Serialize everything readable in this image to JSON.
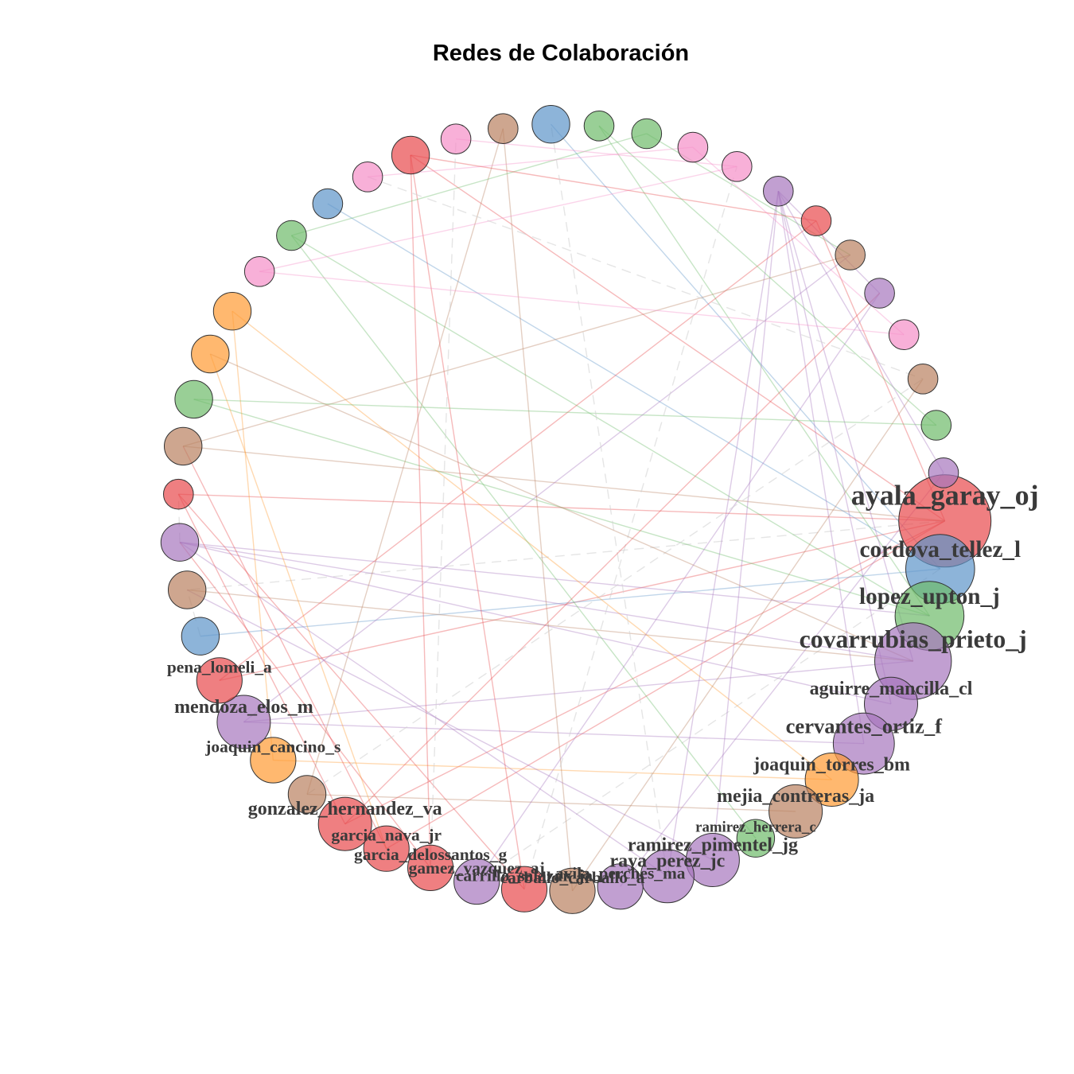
{
  "title": "Redes de Colaboración",
  "palette": {
    "red": "#e8494b",
    "purple": "#a676bd",
    "brown": "#b98060",
    "blue": "#5c94c9",
    "green": "#6dbb6a",
    "orange": "#ff9a32",
    "pink": "#f58fc8",
    "grey": "#cfcfcf"
  },
  "nodes": [
    {
      "id": "ayala_garay_oj",
      "label": "ayala_garay_oj",
      "color": "red",
      "degree": 10
    },
    {
      "id": "cordova_tellez_l",
      "label": "cordova_tellez_l",
      "color": "blue",
      "degree": 7
    },
    {
      "id": "lopez_upton_j",
      "label": "lopez_upton_j",
      "color": "green",
      "degree": 7
    },
    {
      "id": "covarrubias_prieto_j",
      "label": "covarrubias_prieto_j",
      "color": "purple",
      "degree": 8
    },
    {
      "id": "aguirre_mancilla_cl",
      "label": "aguirre_mancilla_cl",
      "color": "purple",
      "degree": 5
    },
    {
      "id": "cervantes_ortiz_f",
      "label": "cervantes_ortiz_f",
      "color": "purple",
      "degree": 6
    },
    {
      "id": "joaquin_torres_bm",
      "label": "joaquin_torres_bm",
      "color": "orange",
      "degree": 5
    },
    {
      "id": "mejia_contreras_ja",
      "label": "mejia_contreras_ja",
      "color": "brown",
      "degree": 5
    },
    {
      "id": "ramirez_herrera_c",
      "label": "ramirez_herrera_c",
      "color": "green",
      "degree": 3
    },
    {
      "id": "ramirez_pimentel_jg",
      "label": "ramirez_pimentel_jg",
      "color": "purple",
      "degree": 5
    },
    {
      "id": "raya_perez_jc",
      "label": "raya_perez_jc",
      "color": "purple",
      "degree": 5
    },
    {
      "id": "avila_perches_ma",
      "label": "avila_perches_ma",
      "color": "purple",
      "degree": 4
    },
    {
      "id": "carballo_carballo_a",
      "label": "carballo_carballo_a",
      "color": "brown",
      "degree": 4
    },
    {
      "id": "carrillo_salazar_ja",
      "label": "carrillo_salazar_ja",
      "color": "red",
      "degree": 4
    },
    {
      "id": "gamez_vazquez_aj",
      "label": "gamez_vazquez_aj",
      "color": "purple",
      "degree": 4
    },
    {
      "id": "garcia_delossantos_g",
      "label": "garcia_delossantos_g",
      "color": "red",
      "degree": 4
    },
    {
      "id": "garcia_nava_jr",
      "label": "garcia_nava_jr",
      "color": "red",
      "degree": 4
    },
    {
      "id": "gonzalez_hernandez_va",
      "label": "gonzalez_hernandez_va",
      "color": "red",
      "degree": 5
    },
    {
      "id": "n18",
      "label": "",
      "color": "brown",
      "degree": 3
    },
    {
      "id": "joaquin_cancino_s",
      "label": "joaquin_cancino_s",
      "color": "orange",
      "degree": 4
    },
    {
      "id": "mendoza_elos_m",
      "label": "mendoza_elos_m",
      "color": "purple",
      "degree": 5
    },
    {
      "id": "pena_lomeli_a",
      "label": "pena_lomeli_a",
      "color": "red",
      "degree": 4
    },
    {
      "id": "n22",
      "label": "",
      "color": "blue",
      "degree": 3
    },
    {
      "id": "n23",
      "label": "",
      "color": "brown",
      "degree": 3
    },
    {
      "id": "n24",
      "label": "",
      "color": "purple",
      "degree": 3
    },
    {
      "id": "n25",
      "label": "",
      "color": "red",
      "degree": 2
    },
    {
      "id": "n26",
      "label": "",
      "color": "brown",
      "degree": 3
    },
    {
      "id": "n27",
      "label": "",
      "color": "green",
      "degree": 3
    },
    {
      "id": "n28",
      "label": "",
      "color": "orange",
      "degree": 3
    },
    {
      "id": "n29",
      "label": "",
      "color": "orange",
      "degree": 3
    },
    {
      "id": "n30",
      "label": "",
      "color": "pink",
      "degree": 2
    },
    {
      "id": "n31",
      "label": "",
      "color": "green",
      "degree": 2
    },
    {
      "id": "n32",
      "label": "",
      "color": "blue",
      "degree": 2
    },
    {
      "id": "n33",
      "label": "",
      "color": "pink",
      "degree": 2
    },
    {
      "id": "n34",
      "label": "",
      "color": "red",
      "degree": 3
    },
    {
      "id": "n35",
      "label": "",
      "color": "pink",
      "degree": 2
    },
    {
      "id": "n36",
      "label": "",
      "color": "brown",
      "degree": 2
    },
    {
      "id": "n37",
      "label": "",
      "color": "blue",
      "degree": 3
    },
    {
      "id": "n38",
      "label": "",
      "color": "green",
      "degree": 2
    },
    {
      "id": "n39",
      "label": "",
      "color": "green",
      "degree": 2
    },
    {
      "id": "n40",
      "label": "",
      "color": "pink",
      "degree": 2
    },
    {
      "id": "n41",
      "label": "",
      "color": "pink",
      "degree": 2
    },
    {
      "id": "n42",
      "label": "",
      "color": "purple",
      "degree": 2
    },
    {
      "id": "n43",
      "label": "",
      "color": "red",
      "degree": 2
    },
    {
      "id": "n44",
      "label": "",
      "color": "brown",
      "degree": 2
    },
    {
      "id": "n45",
      "label": "",
      "color": "purple",
      "degree": 2
    },
    {
      "id": "n46",
      "label": "",
      "color": "pink",
      "degree": 2
    },
    {
      "id": "n47",
      "label": "",
      "color": "brown",
      "degree": 2
    },
    {
      "id": "n48",
      "label": "",
      "color": "green",
      "degree": 2
    },
    {
      "id": "n49",
      "label": "",
      "color": "purple",
      "degree": 2
    }
  ],
  "edges": [
    {
      "source": "ayala_garay_oj",
      "target": "pena_lomeli_a",
      "color": "red"
    },
    {
      "source": "ayala_garay_oj",
      "target": "n34",
      "color": "red"
    },
    {
      "source": "ayala_garay_oj",
      "target": "gonzalez_hernandez_va",
      "color": "red"
    },
    {
      "source": "ayala_garay_oj",
      "target": "n25",
      "color": "red"
    },
    {
      "source": "ayala_garay_oj",
      "target": "garcia_nava_jr",
      "color": "red"
    },
    {
      "source": "ayala_garay_oj",
      "target": "n43",
      "color": "red"
    },
    {
      "source": "ayala_garay_oj",
      "target": "n26",
      "color": "brown"
    },
    {
      "source": "ayala_garay_oj",
      "target": "n23",
      "color": "grey"
    },
    {
      "source": "cordova_tellez_l",
      "target": "n22",
      "color": "blue"
    },
    {
      "source": "cordova_tellez_l",
      "target": "n37",
      "color": "blue"
    },
    {
      "source": "cordova_tellez_l",
      "target": "n32",
      "color": "blue"
    },
    {
      "source": "cordova_tellez_l",
      "target": "gamez_vazquez_aj",
      "color": "grey"
    },
    {
      "source": "lopez_upton_j",
      "target": "n27",
      "color": "green"
    },
    {
      "source": "lopez_upton_j",
      "target": "n38",
      "color": "green"
    },
    {
      "source": "lopez_upton_j",
      "target": "n31",
      "color": "green"
    },
    {
      "source": "lopez_upton_j",
      "target": "n24",
      "color": "purple"
    },
    {
      "source": "covarrubias_prieto_j",
      "target": "n24",
      "color": "purple"
    },
    {
      "source": "covarrubias_prieto_j",
      "target": "mendoza_elos_m",
      "color": "purple"
    },
    {
      "source": "covarrubias_prieto_j",
      "target": "n42",
      "color": "purple"
    },
    {
      "source": "covarrubias_prieto_j",
      "target": "n23",
      "color": "brown"
    },
    {
      "source": "aguirre_mancilla_cl",
      "target": "n42",
      "color": "purple"
    },
    {
      "source": "aguirre_mancilla_cl",
      "target": "n24",
      "color": "purple"
    },
    {
      "source": "cervantes_ortiz_f",
      "target": "mendoza_elos_m",
      "color": "purple"
    },
    {
      "source": "cervantes_ortiz_f",
      "target": "n42",
      "color": "purple"
    },
    {
      "source": "joaquin_torres_bm",
      "target": "joaquin_cancino_s",
      "color": "orange"
    },
    {
      "source": "joaquin_torres_bm",
      "target": "n29",
      "color": "orange"
    },
    {
      "source": "mejia_contreras_ja",
      "target": "n18",
      "color": "brown"
    },
    {
      "source": "ramirez_herrera_c",
      "target": "n31",
      "color": "green"
    },
    {
      "source": "ramirez_pimentel_jg",
      "target": "n42",
      "color": "purple"
    },
    {
      "source": "raya_perez_jc",
      "target": "n42",
      "color": "purple"
    },
    {
      "source": "raya_perez_jc",
      "target": "n24",
      "color": "purple"
    },
    {
      "source": "avila_perches_ma",
      "target": "n49",
      "color": "purple"
    },
    {
      "source": "carballo_carballo_a",
      "target": "n47",
      "color": "brown"
    },
    {
      "source": "carballo_carballo_a",
      "target": "n36",
      "color": "brown"
    },
    {
      "source": "carrillo_salazar_ja",
      "target": "n25",
      "color": "red"
    },
    {
      "source": "carrillo_salazar_ja",
      "target": "n34",
      "color": "red"
    },
    {
      "source": "gamez_vazquez_aj",
      "target": "n45",
      "color": "purple"
    },
    {
      "source": "garcia_delossantos_g",
      "target": "n34",
      "color": "red"
    },
    {
      "source": "garcia_delossantos_g",
      "target": "n24",
      "color": "red"
    },
    {
      "source": "gonzalez_hernandez_va",
      "target": "n25",
      "color": "red"
    },
    {
      "source": "n18",
      "target": "n47",
      "color": "grey"
    },
    {
      "source": "n18",
      "target": "n36",
      "color": "brown"
    },
    {
      "source": "joaquin_cancino_s",
      "target": "n29",
      "color": "orange"
    },
    {
      "source": "pena_lomeli_a",
      "target": "n43",
      "color": "red"
    },
    {
      "source": "n26",
      "target": "n44",
      "color": "brown"
    },
    {
      "source": "n27",
      "target": "n48",
      "color": "green"
    },
    {
      "source": "n28",
      "target": "garcia_nava_jr",
      "color": "orange"
    },
    {
      "source": "n30",
      "target": "n46",
      "color": "pink"
    },
    {
      "source": "n30",
      "target": "n41",
      "color": "pink"
    },
    {
      "source": "n31",
      "target": "n39",
      "color": "green"
    },
    {
      "source": "n33",
      "target": "n40",
      "color": "pink"
    },
    {
      "source": "n34",
      "target": "n43",
      "color": "red"
    },
    {
      "source": "n35",
      "target": "n41",
      "color": "pink"
    },
    {
      "source": "n38",
      "target": "n48",
      "color": "green"
    },
    {
      "source": "n39",
      "target": "n44",
      "color": "green"
    },
    {
      "source": "n40",
      "target": "n46",
      "color": "pink"
    },
    {
      "source": "n42",
      "target": "n49",
      "color": "purple"
    },
    {
      "source": "n42",
      "target": "n45",
      "color": "purple"
    },
    {
      "source": "n22",
      "target": "n23",
      "color": "grey"
    },
    {
      "source": "n24",
      "target": "n25",
      "color": "grey"
    },
    {
      "source": "garcia_nava_jr",
      "target": "n26",
      "color": "red"
    },
    {
      "source": "mendoza_elos_m",
      "target": "n44",
      "color": "purple"
    },
    {
      "source": "carrillo_salazar_ja",
      "target": "n41",
      "color": "grey"
    },
    {
      "source": "raya_perez_jc",
      "target": "n37",
      "color": "grey"
    },
    {
      "source": "n33",
      "target": "n47",
      "color": "grey"
    },
    {
      "source": "garcia_delossantos_g",
      "target": "n35",
      "color": "grey"
    },
    {
      "source": "gonzalez_hernandez_va",
      "target": "n45",
      "color": "red"
    },
    {
      "source": "covarrubias_prieto_j",
      "target": "n28",
      "color": "brown"
    },
    {
      "source": "ramirez_pimentel_jg",
      "target": "n23",
      "color": "purple"
    }
  ]
}
